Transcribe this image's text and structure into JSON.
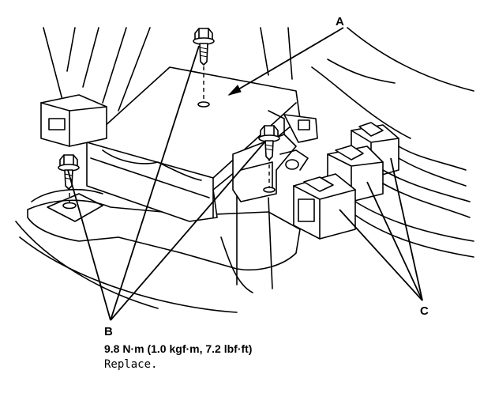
{
  "callouts": {
    "a": "A",
    "b": "B",
    "c": "C"
  },
  "torque_spec": "9.8 N·m (1.0 kgf·m, 7.2 lbf·ft)",
  "torque_note": "Replace."
}
